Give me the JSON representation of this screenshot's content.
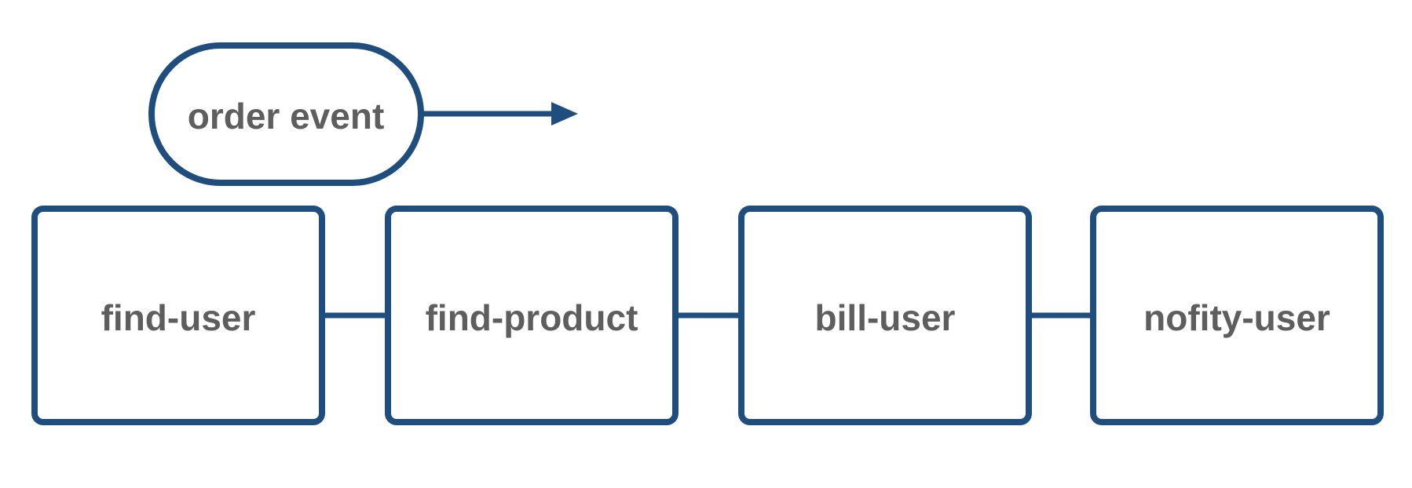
{
  "colors": {
    "stroke": "#1f4e7e",
    "text": "#5e5e5e",
    "background": "#ffffff"
  },
  "event": {
    "label": "order event"
  },
  "steps": [
    {
      "label": "find-user"
    },
    {
      "label": "find-product"
    },
    {
      "label": "bill-user"
    },
    {
      "label": "nofity-user"
    }
  ]
}
